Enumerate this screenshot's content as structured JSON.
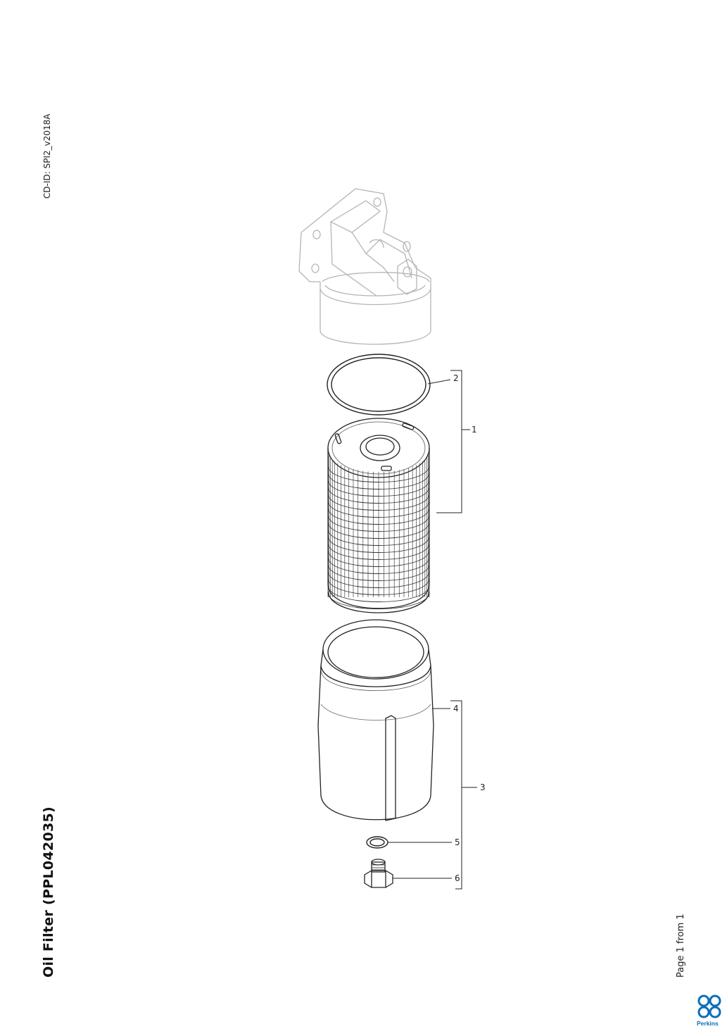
{
  "header": {
    "cd_id": "CD-ID: SPI2_v2018A"
  },
  "document": {
    "title": "Oil Filter (PPL042035)"
  },
  "footer": {
    "page_label": "Page 1 from 1",
    "brand": "Perkins"
  },
  "diagram": {
    "callouts": [
      {
        "number": "1"
      },
      {
        "number": "2"
      },
      {
        "number": "3"
      },
      {
        "number": "4"
      },
      {
        "number": "5"
      },
      {
        "number": "6"
      }
    ]
  },
  "colors": {
    "line": "#222222",
    "faded_line": "#b8b8b8",
    "brand": "#0a6fb8"
  }
}
